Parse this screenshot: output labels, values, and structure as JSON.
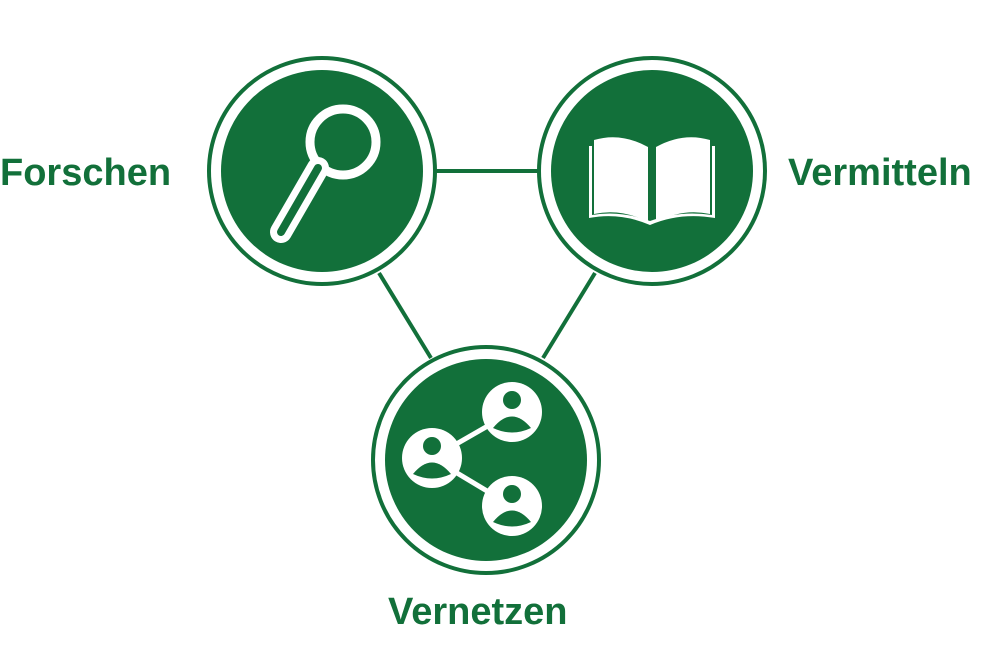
{
  "colors": {
    "primary_green": "#12703a",
    "background": "#ffffff",
    "icon_fill": "#ffffff"
  },
  "nodes": [
    {
      "id": "forschen",
      "label": "Forschen",
      "icon": "magnifying-glass-icon"
    },
    {
      "id": "vermitteln",
      "label": "Vermitteln",
      "icon": "open-book-icon"
    },
    {
      "id": "vernetzen",
      "label": "Vernetzen",
      "icon": "network-people-icon"
    }
  ]
}
